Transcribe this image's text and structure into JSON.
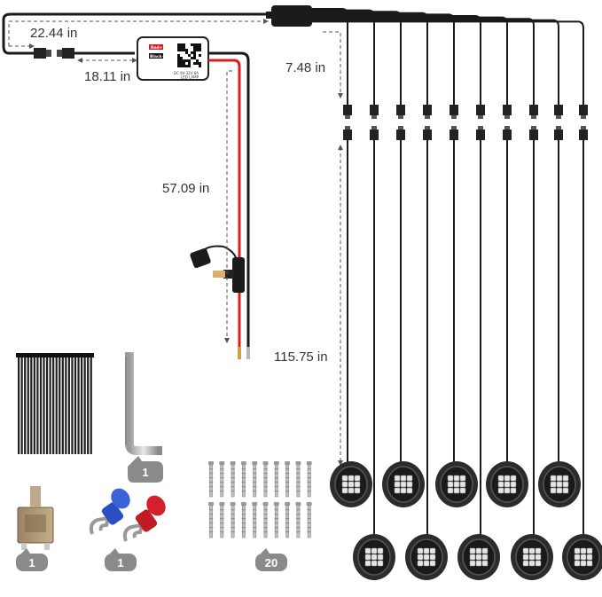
{
  "dimensions": {
    "main_cable": "22.44 in",
    "controller_lead": "18.11 in",
    "branch_lead": "7.48 in",
    "power_cable": "57.09 in",
    "extension_cable": "115.75 in"
  },
  "controller": {
    "label_red": "Red+",
    "label_black": "Black−",
    "spec_line": "DC 9V-32V 6A",
    "model_line": "LED LAMP"
  },
  "accessories": {
    "hex_key_qty": "1",
    "fuse_qty": "1",
    "terminals_qty": "1",
    "screws_qty": "20"
  },
  "colors": {
    "wire_black": "#1a1a1a",
    "wire_red": "#d62020",
    "dim_line": "#555555",
    "badge": "#8a8a8a",
    "led_blue": "#2a5bd7",
    "terminal_red": "#d4202a"
  },
  "counts": {
    "pods": 10,
    "zip_ties": 24,
    "screws": 20
  }
}
